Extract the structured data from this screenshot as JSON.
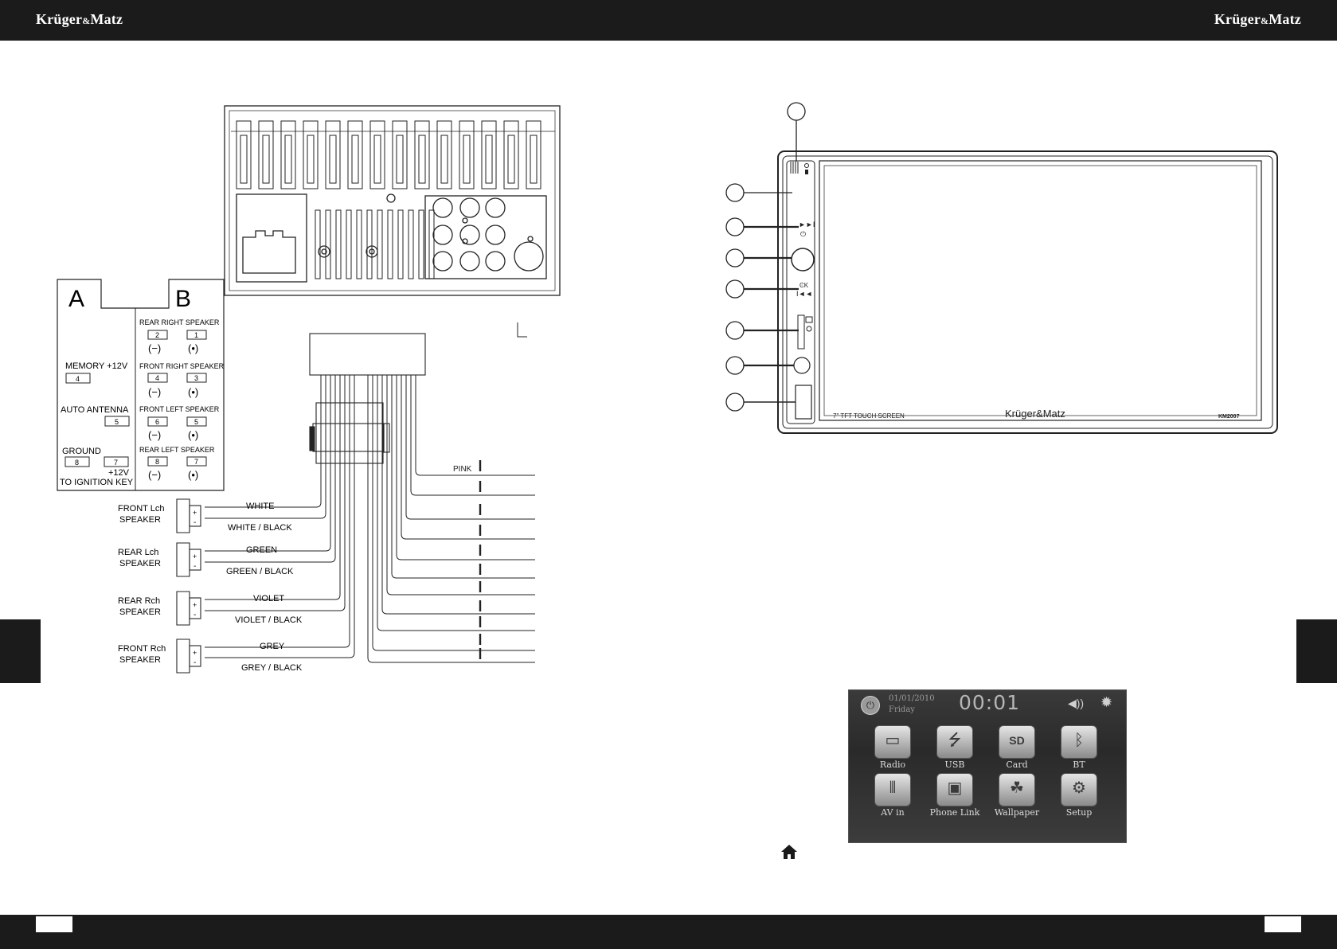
{
  "header": {
    "brand_left": "Krüger",
    "brand_left_amp": "&",
    "brand_left_tail": "Matz",
    "brand_right": "Krüger",
    "brand_right_amp": "&",
    "brand_right_tail": "Matz"
  },
  "wiring": {
    "connector_a": "A",
    "connector_b": "B",
    "rear_right_speaker": "REAR RIGHT SPEAKER",
    "front_right_speaker": "FRONT RIGHT SPEAKER",
    "front_left_speaker": "FRONT LEFT SPEAKER",
    "rear_left_speaker": "REAR LEFT SPEAKER",
    "memory": "MEMORY +12V",
    "auto_antenna": "AUTO ANTENNA",
    "ground": "GROUND",
    "ignition_voltage": "+12V",
    "ignition_key": "TO IGNITION KEY",
    "pin_1": "1",
    "pin_2": "2",
    "pin_3": "3",
    "pin_4": "4",
    "pin_5": "5",
    "pin_6": "6",
    "pin_7": "7",
    "pin_8": "8",
    "minus": "(−)",
    "plus": "(•)",
    "pink": "PINK",
    "speakers": [
      {
        "name": "FRONT Lch",
        "name2": "SPEAKER",
        "wire": "WHITE",
        "wire_neg": "WHITE / BLACK"
      },
      {
        "name": "REAR  Lch",
        "name2": "SPEAKER",
        "wire": "GREEN",
        "wire_neg": "GREEN / BLACK"
      },
      {
        "name": "REAR  Rch",
        "name2": "SPEAKER",
        "wire": "VIOLET",
        "wire_neg": "VIOLET / BLACK"
      },
      {
        "name": "FRONT  Rch",
        "name2": "SPEAKER",
        "wire": "GREY",
        "wire_neg": "GREY / BLACK"
      }
    ],
    "sp_plus": "+",
    "sp_minus": "-"
  },
  "device": {
    "screen_label": "7\" TFT TOUCH SCREEN",
    "brand": "Krüger&Matz",
    "model": "KM2007"
  },
  "home_screen": {
    "date": "01/01/2010",
    "day": "Friday",
    "clock": "00:01",
    "apps": [
      {
        "label": "Radio",
        "icon": "radio-icon",
        "glyph": "▭"
      },
      {
        "label": "USB",
        "icon": "usb-icon",
        "glyph": "⭍"
      },
      {
        "label": "Card",
        "icon": "sd-card-icon",
        "glyph": "SD"
      },
      {
        "label": "BT",
        "icon": "bluetooth-icon",
        "glyph": "ᛒ"
      },
      {
        "label": "AV in",
        "icon": "av-in-icon",
        "glyph": "⫴"
      },
      {
        "label": "Phone Link",
        "icon": "phone-link-icon",
        "glyph": "▣"
      },
      {
        "label": "Wallpaper",
        "icon": "wallpaper-icon",
        "glyph": "☘"
      },
      {
        "label": "Setup",
        "icon": "gear-icon",
        "glyph": "⚙"
      }
    ]
  }
}
